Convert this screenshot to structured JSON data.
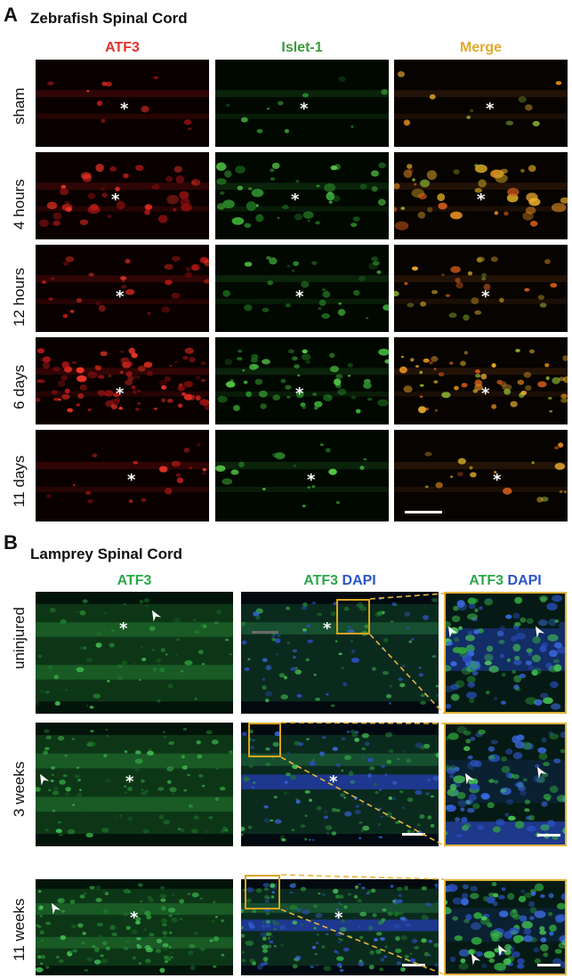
{
  "panel_a": {
    "letter": "A",
    "title": "Zebrafish Spinal Cord",
    "columns": [
      "ATF3",
      "Islet-1",
      "Merge"
    ],
    "column_colors": [
      "#e2312a",
      "#3a9a3a",
      "#e0a92a"
    ],
    "rows": [
      "sham",
      "4 hours",
      "12 hours",
      "6 days",
      "11 days"
    ]
  },
  "panel_b": {
    "letter": "B",
    "title": "Lamprey Spinal Cord",
    "col1_label": "ATF3",
    "col2_label_a": "ATF3",
    "col2_label_b": "DAPI",
    "col3_label_a": "ATF3",
    "col3_label_b": "DAPI",
    "label_green": "#2aa84a",
    "label_blue": "#2b55c8",
    "rows": [
      "uninjured",
      "3 weeks",
      "11 weeks"
    ]
  },
  "marker": "*"
}
